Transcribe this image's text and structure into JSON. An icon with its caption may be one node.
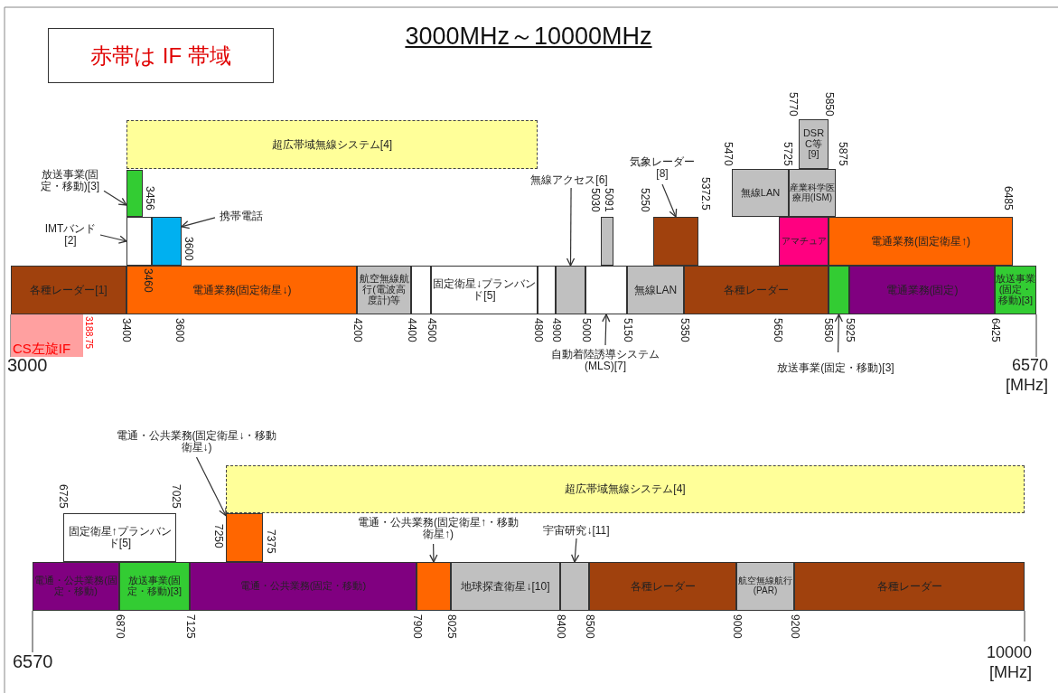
{
  "diagram": {
    "title": "3000MHz～10000MHz",
    "nodes": [
      {
        "text": [
          "赤帯は IF 帯域"
        ]
      },
      {
        "text": [
          "超広帯域無線システム[4]"
        ]
      },
      {
        "text": [
          "DSRC等[9]"
        ]
      },
      {
        "text": [
          "放送事業(固定・移動)[3]"
        ]
      },
      {
        "text": [],
        "shape": "box"
      },
      {
        "text": [
          "無線LAN"
        ]
      },
      {
        "text": [
          "産業科学医療用(ISM)"
        ]
      },
      {
        "text": [
          "無線アクセス[6]"
        ]
      },
      {
        "text": [
          "気象レーダー[8]"
        ]
      },
      {
        "text": [
          "携帯電話"
        ]
      },
      {
        "text": [
          "IMTバンド[2]"
        ]
      },
      {
        "text": [],
        "shape": "box"
      },
      {
        "text": [],
        "shape": "box"
      },
      {
        "text": [],
        "shape": "box"
      },
      {
        "text": [],
        "shape": "box"
      },
      {
        "text": [
          "アマチュア"
        ]
      },
      {
        "text": [
          "電通業務(固定衛星↑)"
        ]
      },
      {
        "text": [
          "各種レーダー[1]"
        ]
      },
      {
        "text": [
          "電通業務(固定衛星↓)"
        ]
      },
      {
        "text": [
          "航空無線航行(電波高度計)等"
        ]
      },
      {
        "text": [],
        "shape": "box"
      },
      {
        "text": [
          "固定衛星↓プランバンド[5]"
        ]
      },
      {
        "text": [],
        "shape": "box"
      },
      {
        "text": [],
        "shape": "box"
      },
      {
        "text": [],
        "shape": "box"
      },
      {
        "text": [
          "無線LAN"
        ]
      },
      {
        "text": [
          "各種レーダー"
        ]
      },
      {
        "text": [],
        "shape": "box"
      },
      {
        "text": [
          "電通業務(固定)"
        ]
      },
      {
        "text": [
          "放送事業(固定・移動)[3]"
        ]
      },
      {
        "text": [
          "CS左旋IF"
        ]
      },
      {
        "text": [
          "自動着陸誘導システム(MLS)[7]"
        ]
      },
      {
        "text": [
          "放送事業(固定・移動)[3]"
        ]
      },
      {
        "text": [
          "電通・公共業務(固定衛星↓・移動衛星↓)"
        ]
      },
      {
        "text": [
          "超広帯域無線システム[4]"
        ]
      },
      {
        "text": [
          "固定衛星↑プランバンド[5]"
        ]
      },
      {
        "text": [],
        "shape": "box"
      },
      {
        "text": [
          "電通・公共業務(固定衛星↑・移動衛星↑)"
        ]
      },
      {
        "text": [
          "宇宙研究↓[11]"
        ]
      },
      {
        "text": [
          "電通・公共業務(固定・移動)"
        ]
      },
      {
        "text": [
          "放送事業(固定・移動)[3]"
        ]
      },
      {
        "text": [
          "電通・公共業務(固定・移動)"
        ]
      },
      {
        "text": [],
        "shape": "box"
      },
      {
        "text": [
          "地球探査衛星↓[10]"
        ]
      },
      {
        "text": [],
        "shape": "box"
      },
      {
        "text": [
          "各種レーダー"
        ]
      },
      {
        "text": [
          "航空無線航行(PAR)"
        ]
      },
      {
        "text": [
          "各種レーダー"
        ]
      }
    ],
    "edges": [
      {
        "from": 3,
        "to": 4,
        "arrow": "to"
      },
      {
        "from": 10,
        "to": 11,
        "arrow": "to"
      },
      {
        "from": 9,
        "to": 12,
        "arrow": "to"
      },
      {
        "from": 7,
        "to": 23,
        "arrow": "to"
      },
      {
        "from": 8,
        "to": 14,
        "arrow": "to"
      },
      {
        "from": 31,
        "to": 24,
        "arrow": "to"
      },
      {
        "from": 32,
        "to": 27,
        "arrow": "to"
      },
      {
        "from": 33,
        "to": 36,
        "arrow": "to"
      },
      {
        "from": 37,
        "to": 42,
        "arrow": "to"
      },
      {
        "from": 38,
        "to": 44,
        "arrow": "to"
      }
    ],
    "labels": [
      "5770",
      "5850",
      "5470",
      "5725",
      "5875",
      "3456",
      "5030",
      "5091",
      "5250",
      "5372.5",
      "6485",
      "3600",
      "3460",
      "3188.75",
      "3400",
      "3600",
      "4200",
      "4400",
      "4500",
      "4800",
      "4900",
      "5000",
      "5150",
      "5350",
      "5650",
      "5850",
      "5925",
      "6425",
      "3000",
      "6570 [MHz]",
      "6725",
      "7025",
      "7250",
      "7375",
      "6870",
      "7125",
      "7900",
      "8025",
      "8400",
      "8500",
      "9000",
      "9200",
      "6570",
      "10000 [MHz]"
    ]
  }
}
